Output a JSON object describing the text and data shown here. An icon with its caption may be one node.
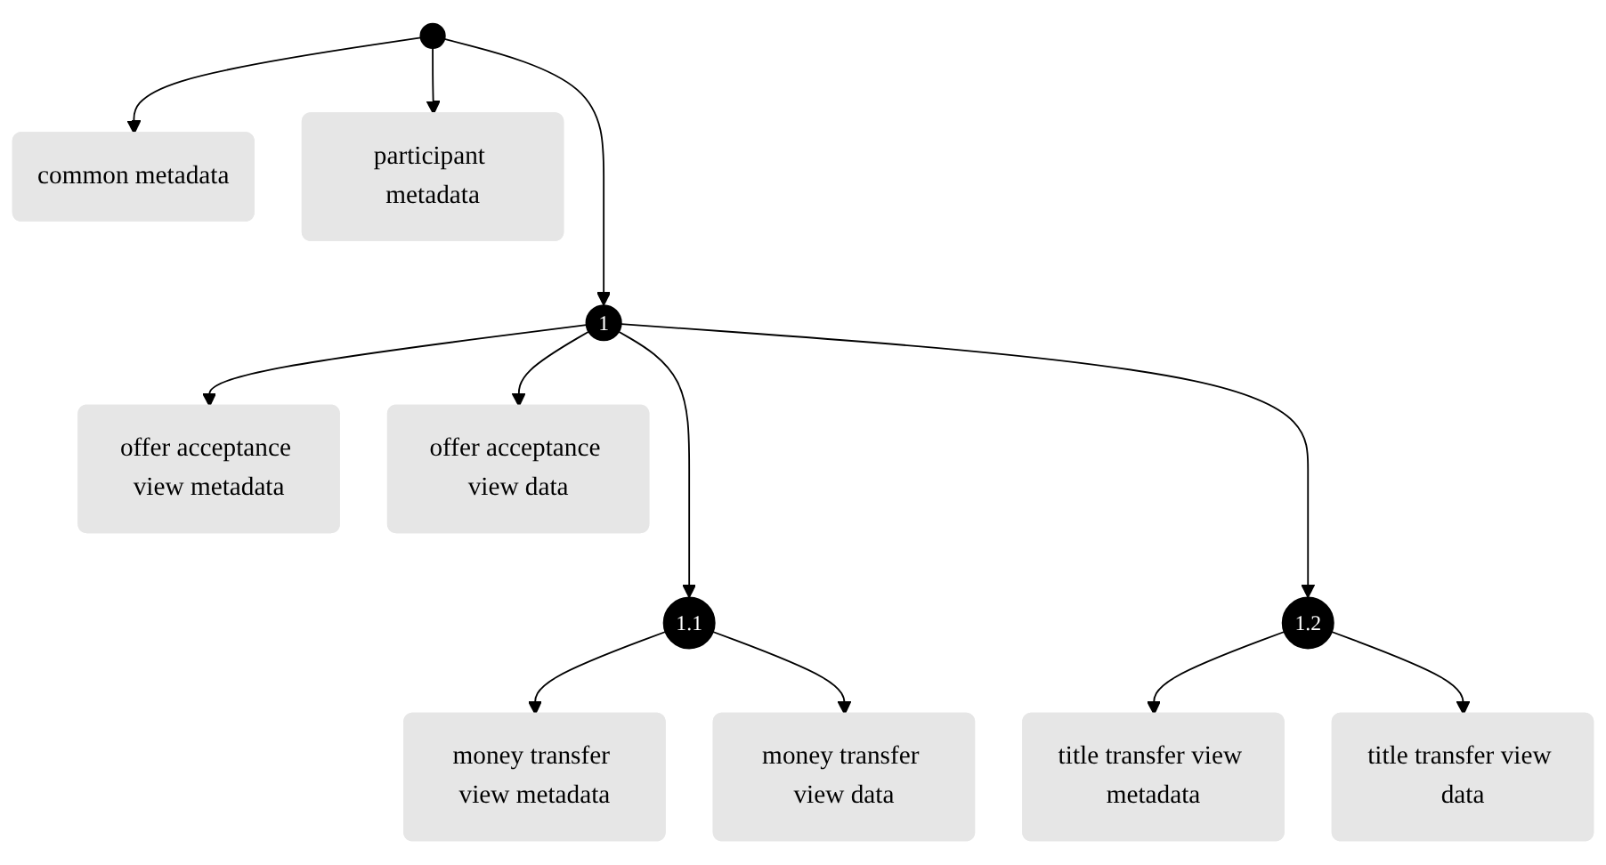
{
  "diagram": {
    "nodes": [
      {
        "text": [],
        "shape": "circle"
      },
      {
        "text": [
          "common metadata"
        ]
      },
      {
        "text": [
          "participant metadata"
        ]
      },
      {
        "text": [
          "1"
        ]
      },
      {
        "text": [
          "offer acceptance view metadata"
        ]
      },
      {
        "text": [
          "offer acceptance view data"
        ]
      },
      {
        "text": [
          "1.1"
        ]
      },
      {
        "text": [
          "1.2"
        ]
      },
      {
        "text": [
          "money transfer view metadata"
        ]
      },
      {
        "text": [
          "money transfer view data"
        ]
      },
      {
        "text": [
          "title transfer view metadata"
        ]
      },
      {
        "text": [
          "title transfer view data"
        ]
      }
    ],
    "edges": [
      {
        "from": 0,
        "to": 1,
        "arrow": "to"
      },
      {
        "from": 0,
        "to": 2,
        "arrow": "to"
      },
      {
        "from": 0,
        "to": 3,
        "arrow": "to"
      },
      {
        "from": 3,
        "to": 4,
        "arrow": "to"
      },
      {
        "from": 3,
        "to": 5,
        "arrow": "to"
      },
      {
        "from": 3,
        "to": 6,
        "arrow": "to"
      },
      {
        "from": 3,
        "to": 7,
        "arrow": "to"
      },
      {
        "from": 6,
        "to": 8,
        "arrow": "to"
      },
      {
        "from": 6,
        "to": 9,
        "arrow": "to"
      },
      {
        "from": 7,
        "to": 10,
        "arrow": "to"
      },
      {
        "from": 7,
        "to": 11,
        "arrow": "to"
      }
    ]
  }
}
